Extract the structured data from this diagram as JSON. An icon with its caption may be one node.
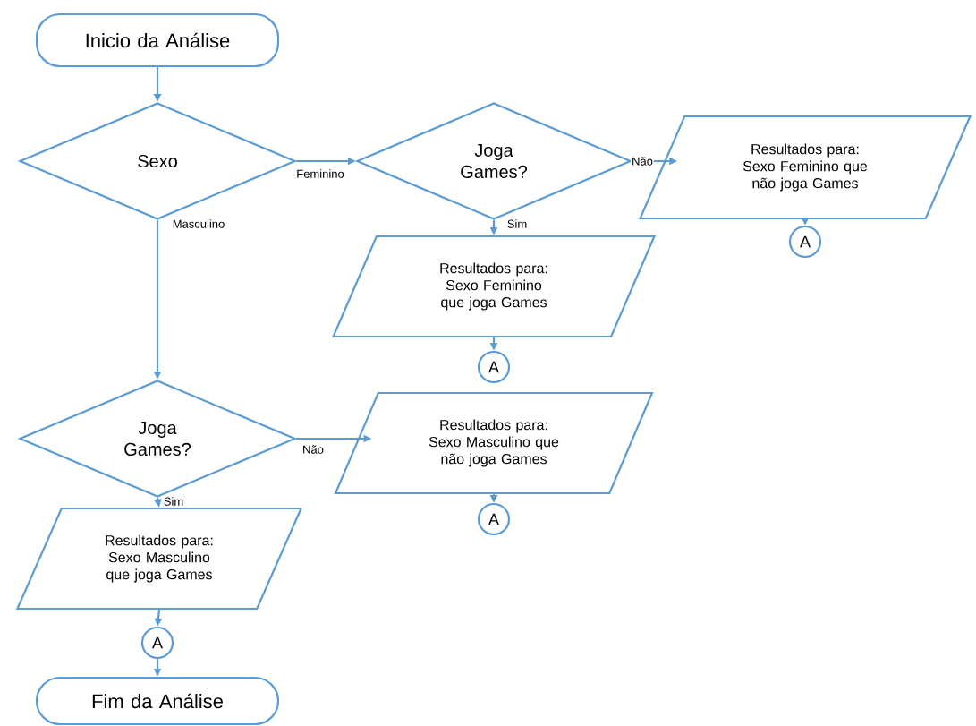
{
  "diagram": {
    "nodes": [
      {
        "text": [
          "Inicio da Análise"
        ]
      },
      {
        "text": [
          "Sexo"
        ]
      },
      {
        "text": [
          "Joga Games?"
        ]
      },
      {
        "text": [
          "Resultados para: Sexo Feminino que não joga Games"
        ]
      },
      {
        "text": [
          "A"
        ]
      },
      {
        "text": [
          "Resultados para: Sexo Feminino que joga Games"
        ]
      },
      {
        "text": [
          "A"
        ]
      },
      {
        "text": [
          "Joga Games?"
        ]
      },
      {
        "text": [
          "Resultados para: Sexo Masculino que não joga Games"
        ]
      },
      {
        "text": [
          "A"
        ]
      },
      {
        "text": [
          "Resultados para: Sexo Masculino que joga Games"
        ]
      },
      {
        "text": [
          "A"
        ]
      },
      {
        "text": [
          "Fim da Análise"
        ]
      }
    ],
    "edges": [
      {
        "from": 0,
        "to": 1,
        "arrow": "to"
      },
      {
        "from": 1,
        "to": 2,
        "arrow": "to",
        "label": "Feminino"
      },
      {
        "from": 2,
        "to": 3,
        "arrow": "to",
        "label": "Não"
      },
      {
        "from": 3,
        "to": 4,
        "arrow": "to"
      },
      {
        "from": 2,
        "to": 5,
        "arrow": "to",
        "label": "Sim"
      },
      {
        "from": 5,
        "to": 6,
        "arrow": "to"
      },
      {
        "from": 1,
        "to": 7,
        "arrow": "to",
        "label": "Masculino"
      },
      {
        "from": 7,
        "to": 8,
        "arrow": "to",
        "label": "Não"
      },
      {
        "from": 8,
        "to": 9,
        "arrow": "to"
      },
      {
        "from": 7,
        "to": 10,
        "arrow": "to",
        "label": "Sim"
      },
      {
        "from": 10,
        "to": 11,
        "arrow": "to"
      },
      {
        "from": 11,
        "to": 12,
        "arrow": "to"
      }
    ]
  }
}
